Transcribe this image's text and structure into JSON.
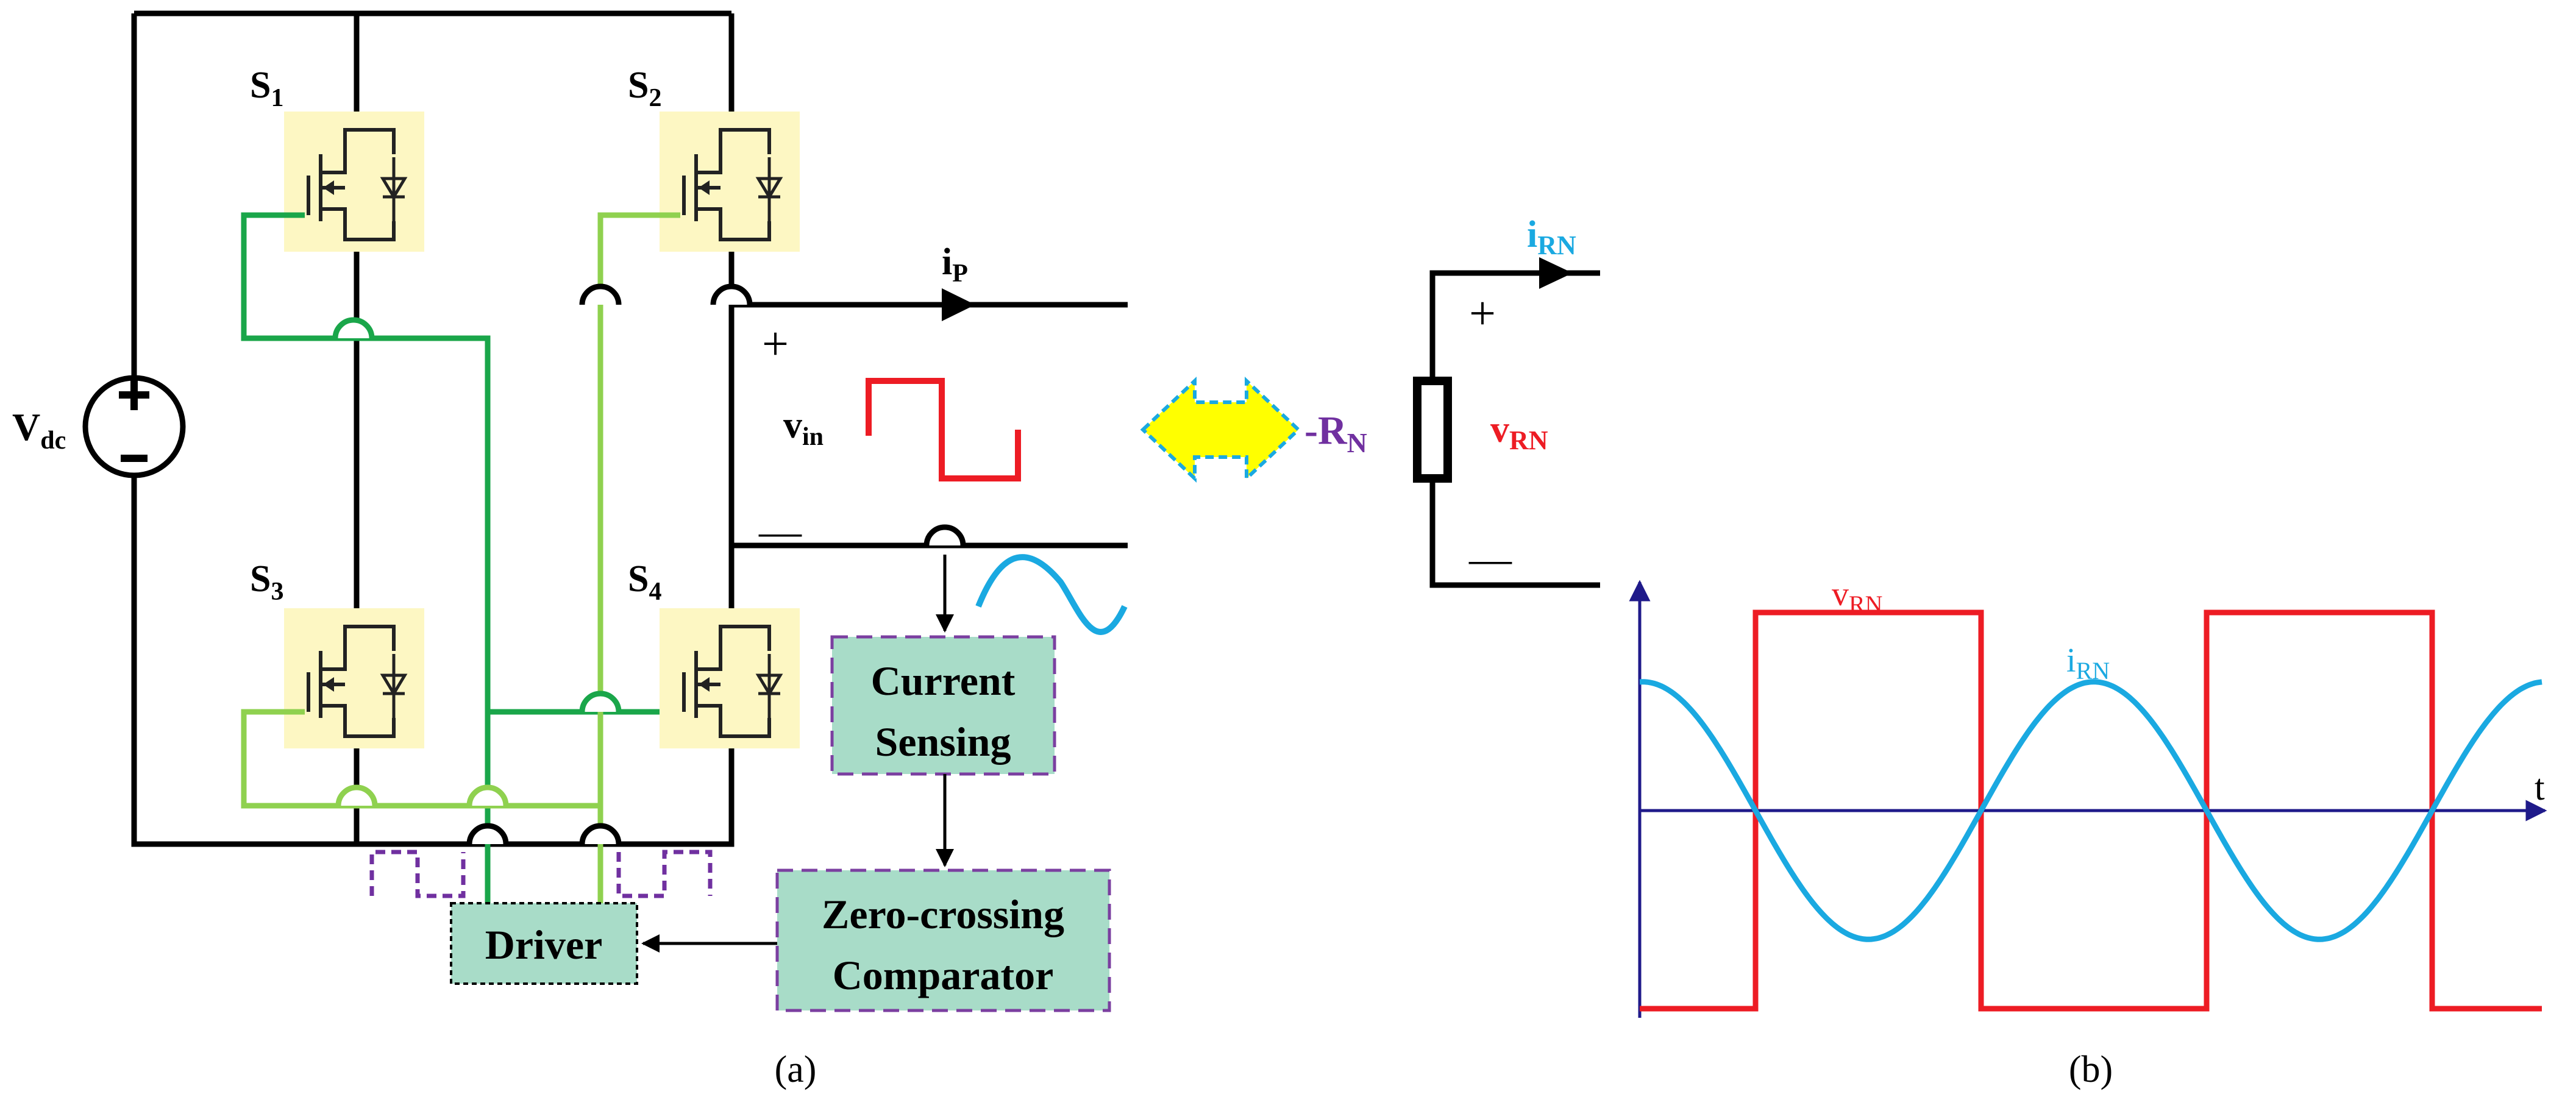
{
  "colors": {
    "wire": "#000000",
    "gate_dark": "#1aa64a",
    "gate_light": "#8fd14f",
    "switch_bg": "#fdf7c3",
    "box_fill": "#a8dcc8",
    "box_border": "#7b3fa0",
    "red": "#ed1c24",
    "blue": "#1aa9e1",
    "purple": "#7030a0",
    "axis": "#1f1a8a",
    "arrow_fill": "#ffff00",
    "arrow_border": "#1aa9e1"
  },
  "circuit": {
    "source_label": "V",
    "source_sub": "dc",
    "s1": {
      "main": "S",
      "sub": "1"
    },
    "s2": {
      "main": "S",
      "sub": "2"
    },
    "s3": {
      "main": "S",
      "sub": "3"
    },
    "s4": {
      "main": "S",
      "sub": "4"
    },
    "current_label": {
      "main": "i",
      "sub": "P"
    },
    "plus": "+",
    "minus": "—",
    "vin_label": {
      "main": "v",
      "sub": "in"
    },
    "current_sensing": [
      "Current",
      "Sensing"
    ],
    "zero_crossing": [
      "Zero-crossing",
      "Comparator"
    ],
    "driver": "Driver"
  },
  "equivalent": {
    "neg_r_label": {
      "main": "-R",
      "sub": "N"
    },
    "current_label": {
      "main": "i",
      "sub": "RN"
    },
    "voltage_label": {
      "main": "v",
      "sub": "RN"
    },
    "plus": "+",
    "minus": "—"
  },
  "chart_data": {
    "type": "line",
    "series": [
      {
        "name": "v",
        "sub": "RN",
        "shape": "square",
        "values": [
          -1,
          1,
          -1,
          1,
          -1
        ],
        "transitions": [
          1,
          2,
          3,
          4
        ]
      },
      {
        "name": "i",
        "sub": "RN",
        "shape": "sine",
        "amplitude": 0.65
      }
    ],
    "xlabel": "t"
  },
  "captions": {
    "a": "(a)",
    "b": "(b)"
  }
}
